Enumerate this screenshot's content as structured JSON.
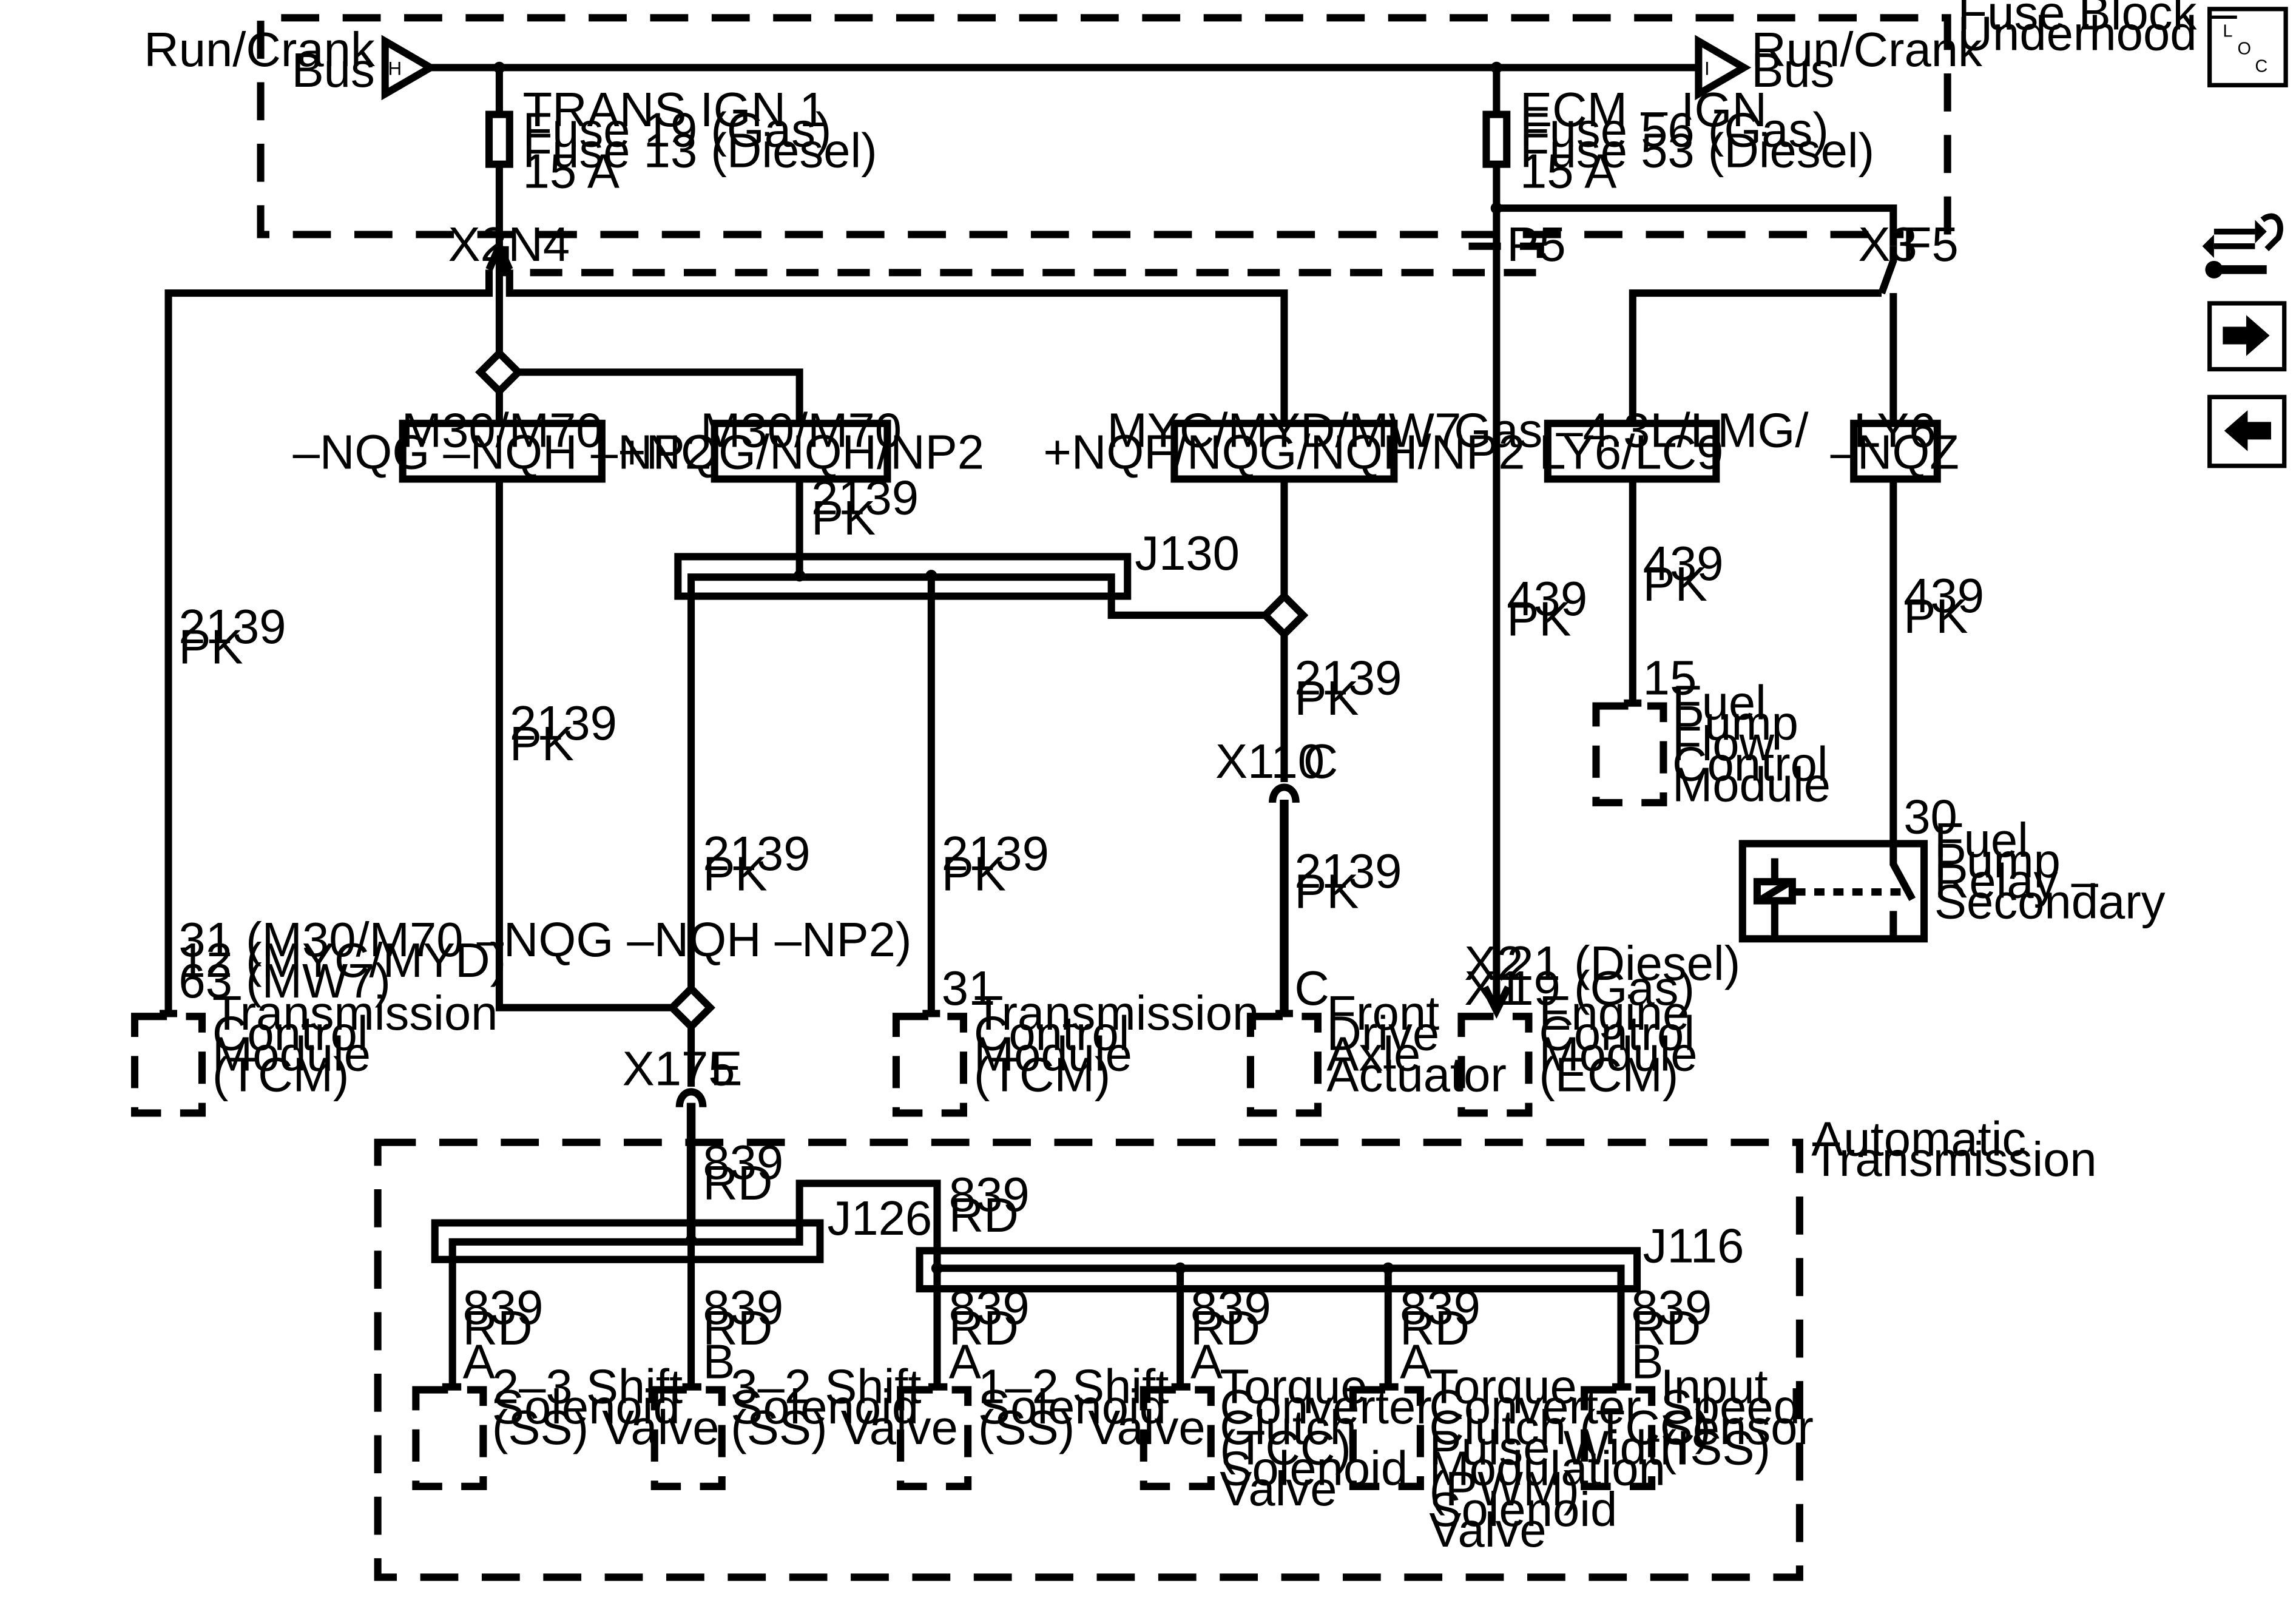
{
  "fuse_block": {
    "label_line1": "Fuse Block –",
    "label_line2": "Underhood",
    "left_bus_line1": "Run/Crank",
    "left_bus_line2": "Bus",
    "left_bus_letter": "H",
    "right_bus_line1": "Run/Crank",
    "right_bus_line2": "Bus",
    "right_bus_letter": "I",
    "fuse_trans": [
      "TRANS IGN 1",
      "Fuse 19 (Gas)",
      "Fuse 13 (Diesel)",
      "15 A"
    ],
    "fuse_ecm": [
      "ECM – IGN",
      "Fuse 56 (Gas)",
      "Fuse 53 (Diesel)",
      "15 A"
    ],
    "conn_x2": "X2",
    "pin_n4": "N4",
    "pin_p5": "P5",
    "conn_x3": "X3",
    "pin_f5": "F5"
  },
  "options": {
    "opt1": [
      "M30/M70",
      "–NQG –NQH –NP2"
    ],
    "opt2": [
      "M30/M70",
      "+NQG/NQH/NP2"
    ],
    "opt3": [
      "MYC/MYD/MW7",
      "+NQF/NQG/NQH/NP2"
    ],
    "opt4": [
      "Gas –4.3L/LMG/",
      "LY6/LC9"
    ],
    "opt5": [
      "LY6",
      "–NQZ"
    ]
  },
  "wires": {
    "w2139_pk": [
      "2139",
      "PK"
    ],
    "w439_pk": [
      "439",
      "PK"
    ],
    "w839_rd": [
      "839",
      "RD"
    ]
  },
  "splices": {
    "j130": "J130",
    "j126": "J126",
    "j116": "J116"
  },
  "connectors": {
    "x110": "X110",
    "x110_pin": "C",
    "x175": "X175",
    "x175_pin": "E",
    "afa_pin": "C"
  },
  "components": {
    "tcm_left_pins": [
      "31 (M30/M70 –NQG –NQH –NP2)",
      "12 (MYC/MYD)",
      "63 (MW7)"
    ],
    "tcm_left": [
      "Transmission",
      "Control",
      "Module",
      "(TCM)"
    ],
    "tcm_mid_pin": "31",
    "tcm_mid": [
      "Transmission",
      "Control",
      "Module",
      "(TCM)"
    ],
    "front_axle": [
      "Front",
      "Drive",
      "Axle",
      "Actuator"
    ],
    "ecm_pins": [
      "X2",
      "21 (Diesel)",
      "X1",
      "19 (Gas)"
    ],
    "ecm": [
      "Engine",
      "Control",
      "Module",
      "(ECM)"
    ],
    "fpfcm_pin": "15",
    "fpfcm": [
      "Fuel",
      "Pump",
      "Flow",
      "Control",
      "Module"
    ],
    "relay_pin": "30",
    "relay": [
      "Fuel",
      "Pump",
      "Relay –",
      "Secondary"
    ],
    "auto_trans": [
      "Automatic",
      "Transmission"
    ],
    "ss23": [
      "2–3 Shift",
      "Solenoid",
      "(SS) Valve"
    ],
    "ss23_pin": "A",
    "ss32": [
      "3–2 Shift",
      "Solenoid",
      "(SS) Valve"
    ],
    "ss32_pin": "B",
    "ss12": [
      "1–2 Shift",
      "Solenoid",
      "(SS) Valve"
    ],
    "ss12_pin": "A",
    "tcc": [
      "Torque",
      "Converter",
      "Clutch",
      "(TCC)",
      "Solenoid",
      "Valve"
    ],
    "tcc_pin": "A",
    "tccpwm": [
      "Torque",
      "Converter",
      "Clutch (TCC)",
      "Pulse Width",
      "Modulation",
      "(PWM)",
      "Solenoid",
      "Valve"
    ],
    "tccpwm_pin": "A",
    "iss": [
      "Input",
      "Speed",
      "Sensor",
      "(ISS)"
    ],
    "iss_pin": "B"
  },
  "nav": {
    "loc_letters": [
      "L",
      "O",
      "C"
    ],
    "icons": [
      "loc-icon",
      "connector-repair-icon",
      "next-arrow-icon",
      "previous-arrow-icon"
    ]
  }
}
